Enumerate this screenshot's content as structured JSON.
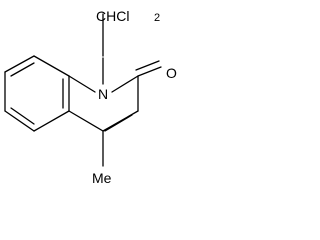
{
  "molecule": {
    "substituent_label": "CHCl",
    "substituent_subscript": "2",
    "nitrogen_label": "N",
    "oxygen_label": "O",
    "methyl_label": "Me"
  },
  "colors": {
    "bond": "#000000",
    "background": "#ffffff"
  }
}
